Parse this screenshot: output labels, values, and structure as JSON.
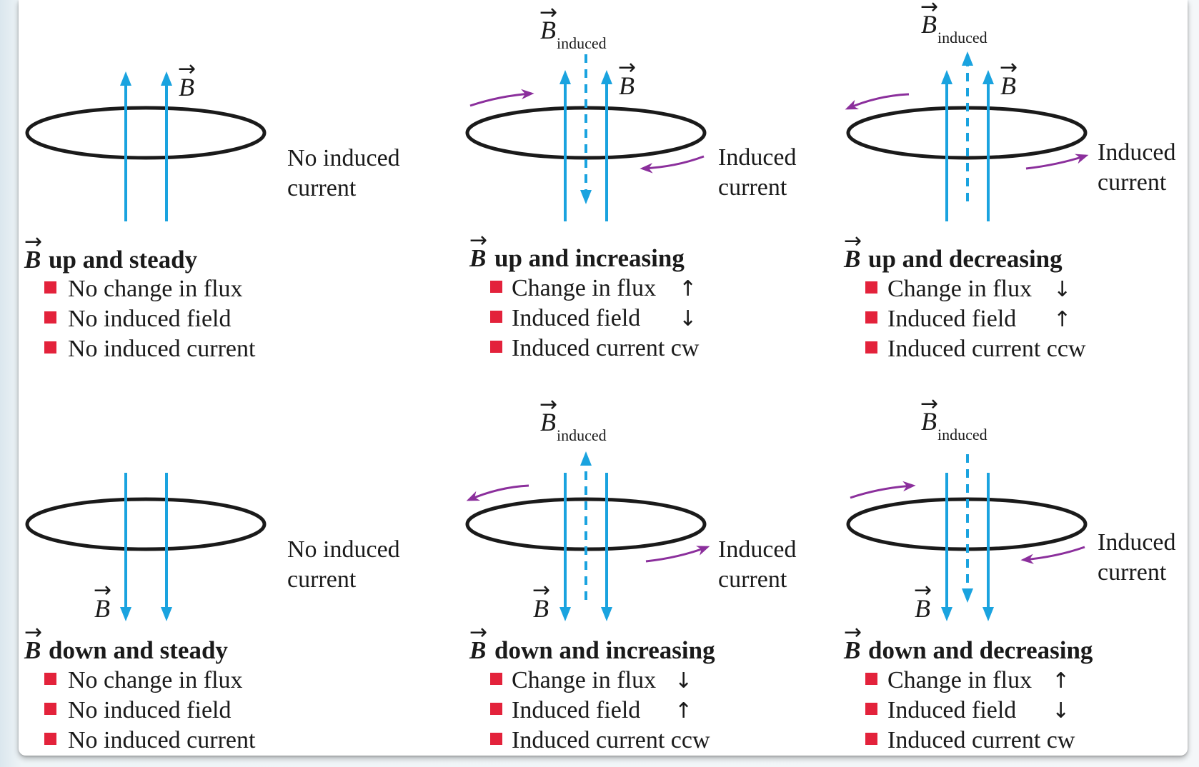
{
  "symbols": {
    "B": "B",
    "induced_sub": "induced",
    "vector_arrow": "→",
    "up_arrow": "↑",
    "down_arrow": "↓"
  },
  "colors": {
    "field_line": "#1aa3df",
    "induced_current": "#8b2f9c",
    "bullet": "#e3223b",
    "loop": "#1a1a1a"
  },
  "panels": [
    {
      "label_lines": [
        "No induced",
        "current"
      ],
      "title": "up and steady",
      "bullets": [
        {
          "text": "No change in flux",
          "arrow": ""
        },
        {
          "text": "No induced field",
          "arrow": ""
        },
        {
          "text": "No induced current",
          "arrow": ""
        }
      ]
    },
    {
      "label_lines": [
        "Induced",
        "current"
      ],
      "title": "up and increasing",
      "bullets": [
        {
          "text": "Change in flux",
          "arrow": "↑"
        },
        {
          "text": "Induced field",
          "arrow": "↓"
        },
        {
          "text": "Induced current cw",
          "arrow": ""
        }
      ]
    },
    {
      "label_lines": [
        "Induced",
        "current"
      ],
      "title": "up and decreasing",
      "bullets": [
        {
          "text": "Change in flux",
          "arrow": "↓"
        },
        {
          "text": "Induced field",
          "arrow": "↑"
        },
        {
          "text": "Induced current ccw",
          "arrow": ""
        }
      ]
    },
    {
      "label_lines": [
        "No induced",
        "current"
      ],
      "title": "down and steady",
      "bullets": [
        {
          "text": "No change in flux",
          "arrow": ""
        },
        {
          "text": "No induced field",
          "arrow": ""
        },
        {
          "text": "No induced current",
          "arrow": ""
        }
      ]
    },
    {
      "label_lines": [
        "Induced",
        "current"
      ],
      "title": "down and increasing",
      "bullets": [
        {
          "text": "Change in flux",
          "arrow": "↓"
        },
        {
          "text": "Induced field",
          "arrow": "↑"
        },
        {
          "text": "Induced current ccw",
          "arrow": ""
        }
      ]
    },
    {
      "label_lines": [
        "Induced",
        "current"
      ],
      "title": "down and decreasing",
      "bullets": [
        {
          "text": "Change in flux",
          "arrow": "↑"
        },
        {
          "text": "Induced field",
          "arrow": "↓"
        },
        {
          "text": "Induced current cw",
          "arrow": ""
        }
      ]
    }
  ]
}
